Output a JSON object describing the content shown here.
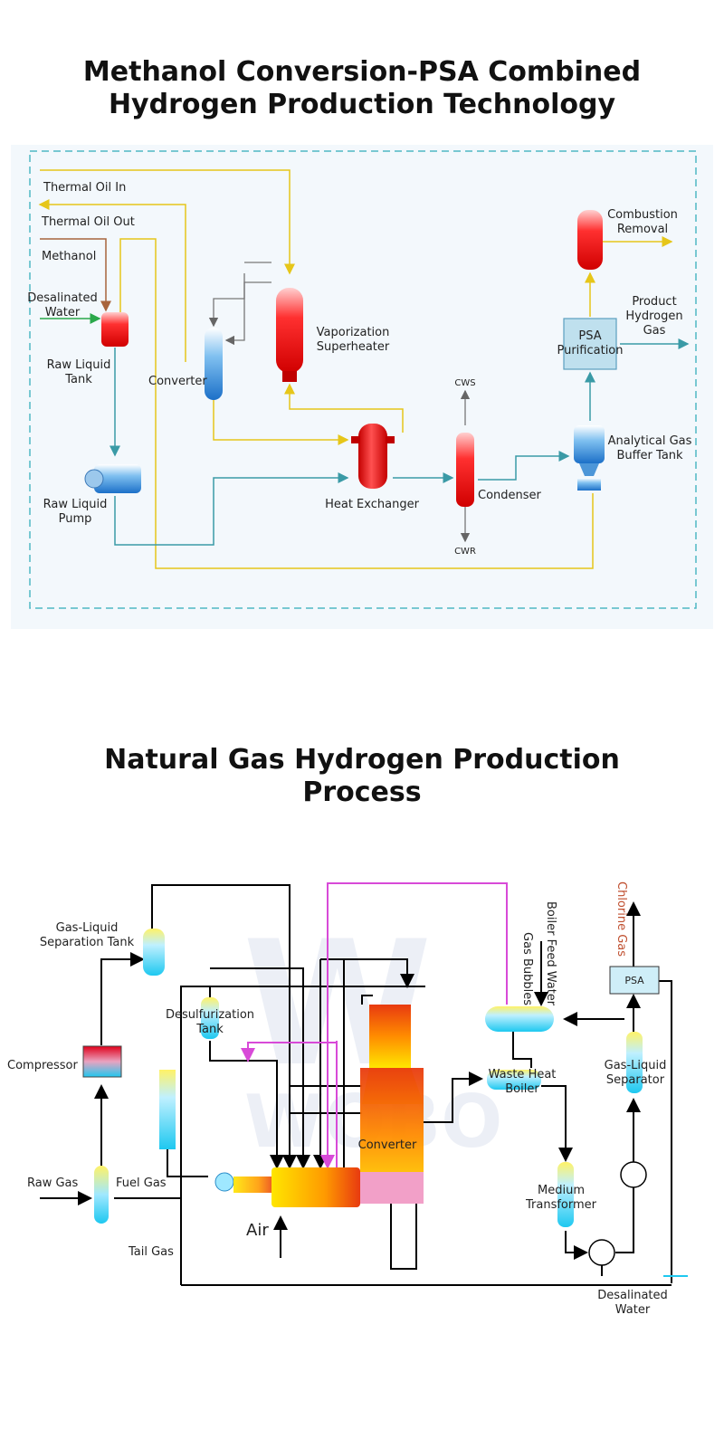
{
  "diagram1": {
    "title_line1": "Methanol Conversion-PSA Combined",
    "title_line2": "Hydrogen Production Technology",
    "labels": {
      "thermal_oil_in": "Thermal Oil In",
      "thermal_oil_out": "Thermal Oil Out",
      "methanol": "Methanol",
      "desalinated_water": "Desalinated Water",
      "raw_liquid_tank": "Raw Liquid Tank",
      "converter": "Converter",
      "vaporization_superheater": "Vaporization Superheater",
      "raw_liquid_pump": "Raw Liquid Pump",
      "heat_exchanger": "Heat Exchanger",
      "condenser": "Condenser",
      "cws": "CWS",
      "cwr": "CWR",
      "analytical_gas_buffer_tank": "Analytical Gas Buffer Tank",
      "psa_purification": "PSA Purification",
      "combustion_removal": "Combustion Removal",
      "product_hydrogen_gas": "Product Hydrogen Gas"
    }
  },
  "diagram2": {
    "title_line1": "Natural Gas Hydrogen Production",
    "title_line2": "Process",
    "labels": {
      "gas_liquid_separation_tank": "Gas-Liquid Separation Tank",
      "compressor": "Compressor",
      "raw_gas": "Raw Gas",
      "fuel_gas": "Fuel Gas",
      "tail_gas": "Tail Gas",
      "air": "Air",
      "desulfurization_tank": "Desulfurization Tank",
      "converter": "Converter",
      "waste_heat_boiler": "Waste Heat Boiler",
      "gas_bubbles": "Gas Bubbles",
      "boiler_feed_water": "Boiler Feed Water",
      "chlorine_gas": "Chlorine Gas",
      "psa": "PSA",
      "gas_liquid_separator": "Gas-Liquid Separator",
      "medium_transformer": "Medium Transformer",
      "desalinated_water": "Desalinated Water"
    }
  },
  "watermark": {
    "logo": "W",
    "brand": "WOBO"
  }
}
